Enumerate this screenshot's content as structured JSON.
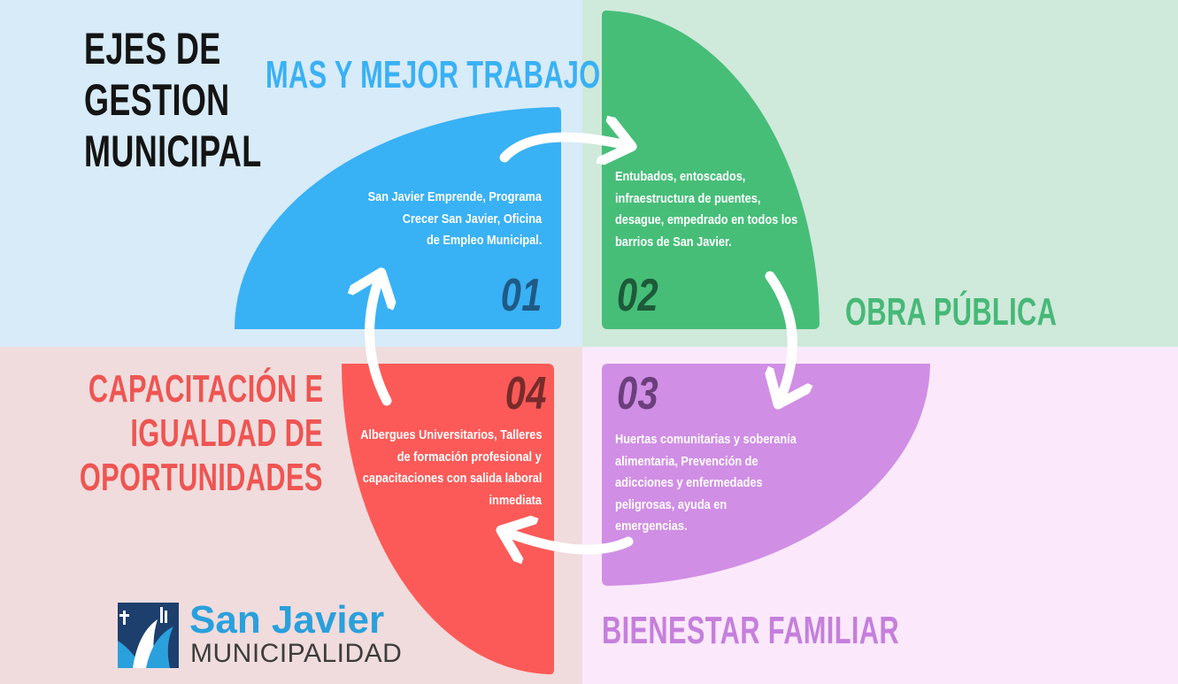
{
  "title": {
    "line1": "EJES DE",
    "line2": "GESTION",
    "line3": "MUNICIPAL"
  },
  "axes": [
    {
      "number": "01",
      "title_lines": [
        "MAS Y MEJOR TRABAJO"
      ],
      "description_lines": [
        "San Javier Emprende, Programa",
        "Crecer San Javier, Oficina",
        "de Empleo Municipal."
      ],
      "color": "#39b1f5"
    },
    {
      "number": "02",
      "title_lines": [
        "OBRA PÚBLICA"
      ],
      "description_lines": [
        "Entubados, entoscados,",
        "infraestructura de puentes,",
        "desague, empedrado en todos los",
        "barrios de San Javier."
      ],
      "color": "#46be78"
    },
    {
      "number": "03",
      "title_lines": [
        "BIENESTAR FAMILIAR"
      ],
      "description_lines": [
        "Huertas comunitarias y soberanía",
        "alimentaria, Prevención de",
        "adicciones y enfermedades",
        "peligrosas, ayuda en",
        "emergencias."
      ],
      "color": "#d08ee5"
    },
    {
      "number": "04",
      "title_lines": [
        "CAPACITACIÓN E",
        "IGUALDAD DE",
        "OPORTUNIDADES"
      ],
      "description_lines": [
        "Albergues Universitarios, Talleres",
        "de formación profesional y",
        "capacitaciones con salida laboral",
        "inmediata"
      ],
      "color": "#fc5a58"
    }
  ],
  "logo": {
    "name": "San Javier",
    "subtitle": "MUNICIPALIDAD"
  },
  "colors": {
    "quadrant_top_left": "#d7ebf8",
    "quadrant_top_right": "#cfe9da",
    "quadrant_bottom_left": "#f0dcdd",
    "quadrant_bottom_right": "#fbe9fb",
    "arrows": "#ffffff"
  }
}
